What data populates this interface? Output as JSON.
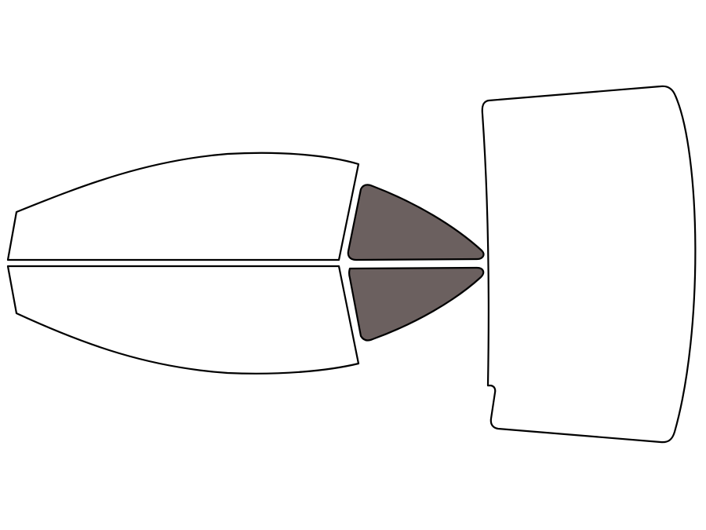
{
  "diagram": {
    "background_color": "#ffffff",
    "outline_color": "#000000",
    "panels": [
      {
        "id": "front-door-window-top",
        "fill": "#ffffff"
      },
      {
        "id": "front-door-window-bottom",
        "fill": "#ffffff"
      },
      {
        "id": "rear-quarter-window-top",
        "fill": "#6b605f"
      },
      {
        "id": "rear-quarter-window-bottom",
        "fill": "#6b605f"
      },
      {
        "id": "rear-windshield",
        "fill": "#ffffff"
      }
    ]
  }
}
